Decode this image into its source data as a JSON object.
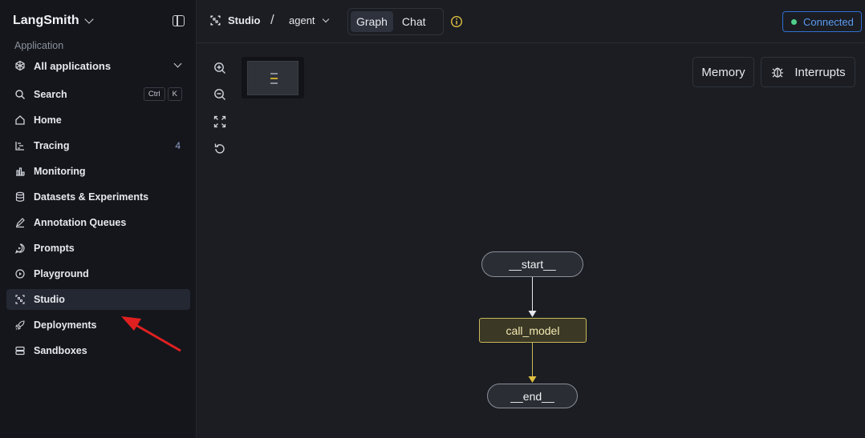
{
  "sidebar": {
    "brand": "LangSmith",
    "section_label": "Application",
    "app_select": "All applications",
    "items": [
      {
        "label": "Search",
        "icon": "search-icon",
        "kbd": [
          "Ctrl",
          "K"
        ]
      },
      {
        "label": "Home",
        "icon": "home-icon"
      },
      {
        "label": "Tracing",
        "icon": "tracing-icon",
        "count": "4"
      },
      {
        "label": "Monitoring",
        "icon": "monitoring-icon"
      },
      {
        "label": "Datasets & Experiments",
        "icon": "database-icon"
      },
      {
        "label": "Annotation Queues",
        "icon": "pen-icon"
      },
      {
        "label": "Prompts",
        "icon": "prompt-icon"
      },
      {
        "label": "Playground",
        "icon": "play-icon"
      },
      {
        "label": "Studio",
        "icon": "studio-icon",
        "active": true
      },
      {
        "label": "Deployments",
        "icon": "rocket-icon"
      },
      {
        "label": "Sandboxes",
        "icon": "server-icon"
      }
    ]
  },
  "topbar": {
    "studio_label": "Studio",
    "separator": "/",
    "agent_label": "agent",
    "tabs": [
      {
        "label": "Graph",
        "active": true
      },
      {
        "label": "Chat",
        "active": false
      }
    ],
    "status": "Connected",
    "status_color": "#4fd18b"
  },
  "canvas": {
    "memory_label": "Memory",
    "interrupts_label": "Interrupts",
    "nodes": {
      "start": "__start__",
      "call_model": "call_model",
      "end": "__end__"
    }
  },
  "colors": {
    "accent_yellow": "#e0c040",
    "connected_blue": "#2f6fd0",
    "annotation_arrow": "#e02020"
  }
}
